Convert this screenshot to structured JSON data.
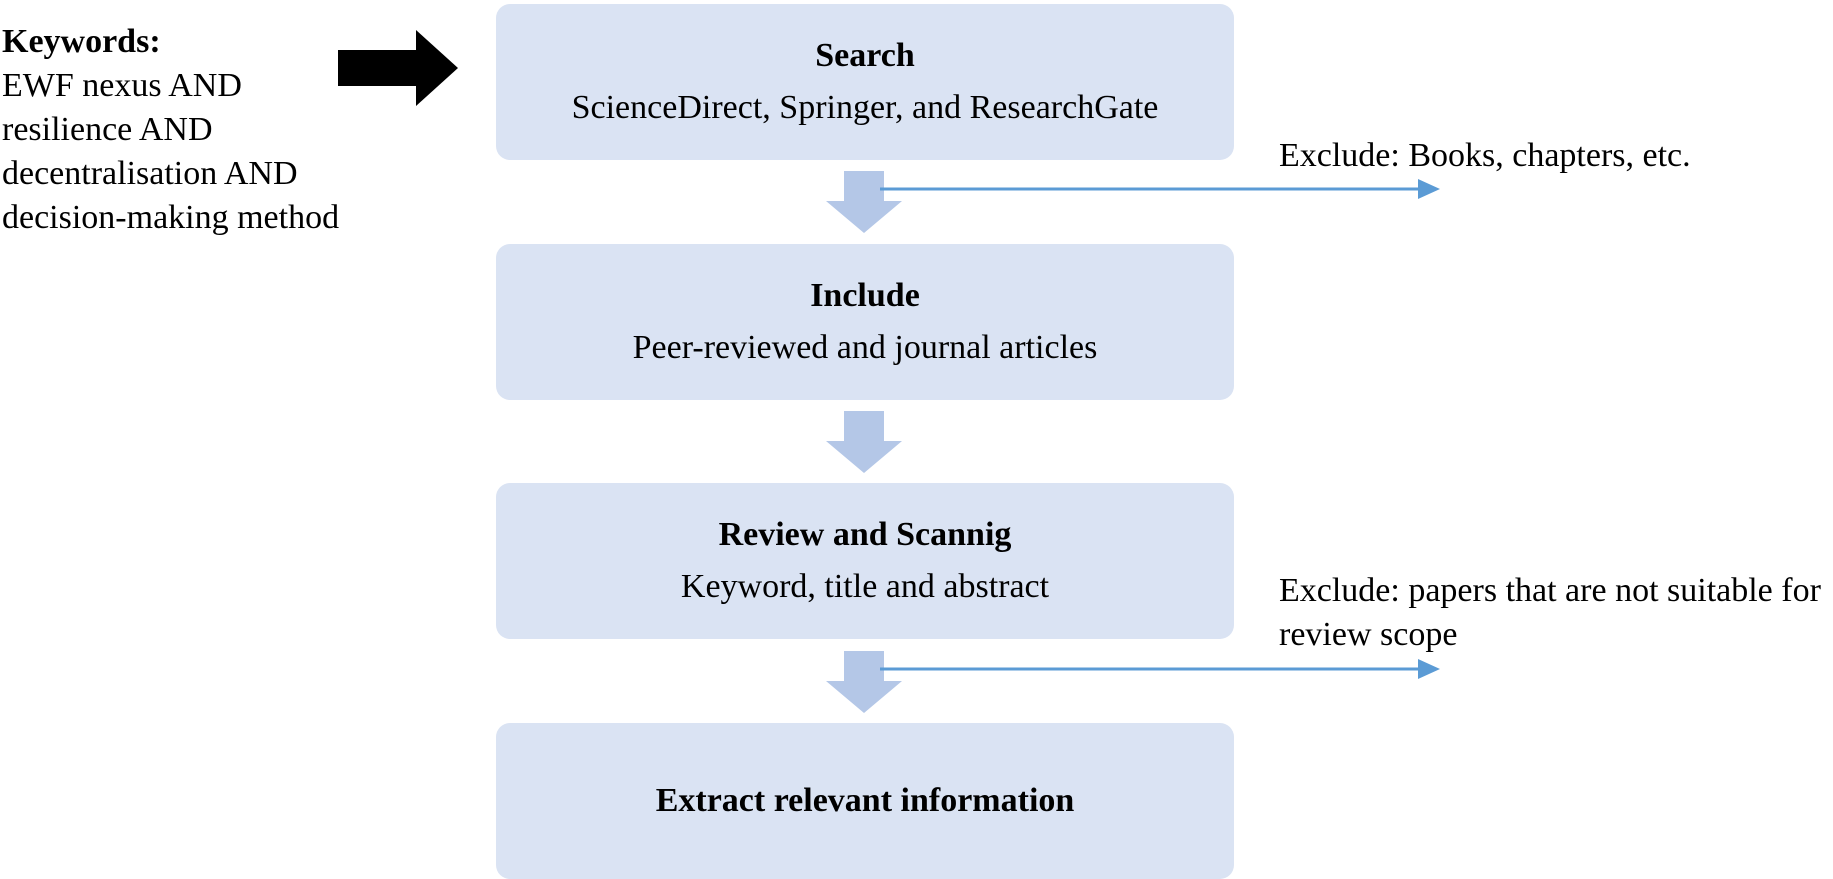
{
  "keywords": {
    "heading": "Keywords:",
    "lines": [
      "EWF nexus AND",
      "resilience AND",
      "decentralisation AND",
      "decision-making method"
    ]
  },
  "steps": [
    {
      "title": "Search",
      "subtitle": "ScienceDirect, Springer, and ResearchGate"
    },
    {
      "title": "Include",
      "subtitle": "Peer-reviewed and journal articles"
    },
    {
      "title": "Review and Scannig",
      "subtitle": "Keyword, title and abstract"
    },
    {
      "title": "Extract relevant information",
      "subtitle": ""
    }
  ],
  "exclusions": [
    {
      "text": "Exclude: Books, chapters, etc."
    },
    {
      "text": "Exclude: papers that are not suitable for review scope"
    }
  ],
  "colors": {
    "box_fill": "#dae3f3",
    "down_arrow": "#b4c7e7",
    "exclude_arrow": "#5b9bd5",
    "input_arrow": "#000000"
  }
}
